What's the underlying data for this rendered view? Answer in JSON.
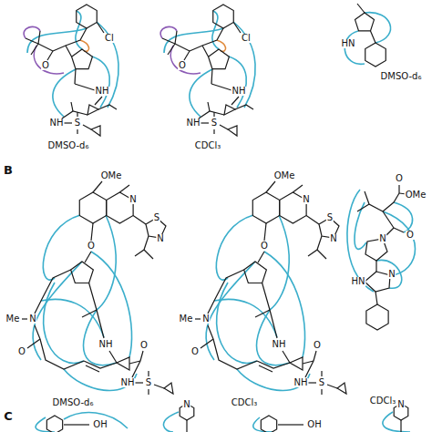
{
  "diagram": {
    "labels": [
      "Cl",
      "O",
      "NH",
      "NH",
      "S",
      "DMSO-d₆",
      "Cl",
      "O",
      "NH",
      "NH",
      "S",
      "CDCl₃",
      "HN",
      "DMSO-d₆",
      "B",
      "OMe",
      "N",
      "S",
      "N",
      "O",
      "Me",
      "N",
      "O",
      "NH",
      "O",
      "NH",
      "S",
      "DMSO-d₆",
      "OMe",
      "N",
      "S",
      "N",
      "O",
      "Me",
      "N",
      "O",
      "NH",
      "O",
      "NH",
      "S",
      "CDCl₃",
      "O",
      "OMe",
      "N",
      "O",
      "HN",
      "N",
      "CDCl₃",
      "C",
      "N",
      "OH",
      "N",
      "OH"
    ]
  }
}
